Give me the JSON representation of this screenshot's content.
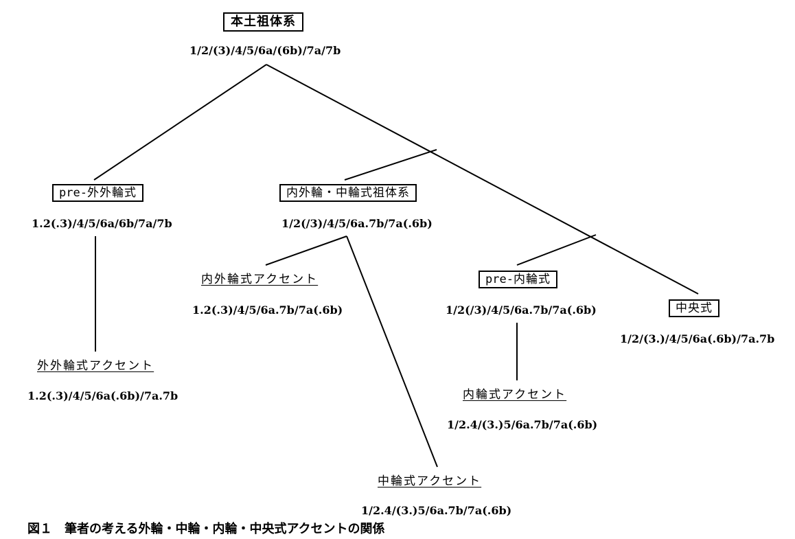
{
  "nodes": {
    "root": {
      "label": "本土祖体系",
      "formula": "1/2/(3)/4/5/6a/(6b)/7a/7b"
    },
    "pre_outer": {
      "label_prefix": "pre-",
      "label_main": "外外輪式",
      "formula": "1.2(.3)/4/5/6a/6b/7a/7b"
    },
    "outer_inner_middle": {
      "label": "内外輪・中輪式祖体系",
      "formula": "1/2(/3)/4/5/6a.7b/7a(.6b)"
    },
    "outer_outer_accent": {
      "label": "外外輪式アクセント",
      "formula": "1.2(.3)/4/5/6a(.6b)/7a.7b"
    },
    "inner_outer_accent": {
      "label": "内外輪式アクセント",
      "formula": "1.2(.3)/4/5/6a.7b/7a(.6b)"
    },
    "pre_inner": {
      "label_prefix": "pre-",
      "label_main": "内輪式",
      "formula": "1/2(/3)/4/5/6a.7b/7a(.6b)"
    },
    "central": {
      "label": "中央式",
      "formula": "1/2/(3.)/4/5/6a(.6b)/7a.7b"
    },
    "inner_accent": {
      "label": "内輪式アクセント",
      "formula": "1/2.4/(3.)5/6a.7b/7a(.6b)"
    },
    "middle_accent": {
      "label": "中輪式アクセント",
      "formula": "1/2.4/(3.)5/6a.7b/7a(.6b)"
    }
  },
  "caption": "図１　筆者の考える外輪・中輪・内輪・中央式アクセントの関係"
}
